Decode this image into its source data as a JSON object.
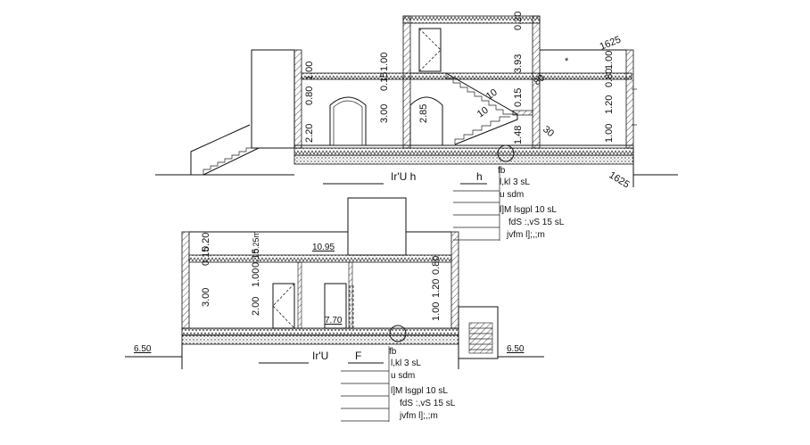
{
  "section_top": {
    "dimensions_left_a": "2.20",
    "dimensions_left_b": "0.80",
    "dimensions_left_c": "1.00",
    "dimensions_mid_a": "3.00",
    "dimensions_mid_b": "0.15",
    "dimensions_mid_c": "1.00",
    "dimension_stair": "2.85",
    "dimension_upper": "3.93",
    "dimension_top": "0.20",
    "dimension_stair_b": "1.48",
    "dimension_stair_c": "0.15",
    "dimensions_right_a": "1.00",
    "dimensions_right_b": "1.20",
    "dimensions_right_c": "0.80",
    "dimensions_right_d": "1.00",
    "label_1625_a": "1625",
    "label_1625_b": "1625",
    "label_10_a": "10",
    "label_10_b": "10",
    "label_30": "30",
    "label_80": "80",
    "title_left": "Ir'U  h",
    "title_right": "h",
    "notes": [
      "fb",
      "l,kl  3  sL",
      "u  sdm",
      "l]M  lsgpl    10    sL",
      "fdS  :,vS    15    sL",
      "jvfm  l];,;m"
    ]
  },
  "section_bottom": {
    "dimensions_left_a": "3.00",
    "dimensions_left_b": "0.15",
    "dimensions_left_c": "0.20",
    "dimension_door_a": "2.00",
    "dimension_door_b": "1.00",
    "dimension_door_c": "0.15",
    "dimension_door_d": "0.25m",
    "dimensions_right_a": "1.00",
    "dimensions_right_b": "1.20",
    "dimensions_right_c": "0.80",
    "level_roof": "10.95",
    "level_floor": "7.70",
    "level_ground_left": "6.50",
    "level_ground_right": "6.50",
    "title_left": "Ir'U",
    "title_right": "F",
    "notes": [
      "fb",
      "l,kl  3  sL",
      "u  sdm",
      "l]M  lsgpl    10    sL",
      "fdS  :,vS    15    sL",
      "jvfm  l];,;m"
    ]
  },
  "colors": {
    "ink": "#111111",
    "background": "#ffffff"
  }
}
